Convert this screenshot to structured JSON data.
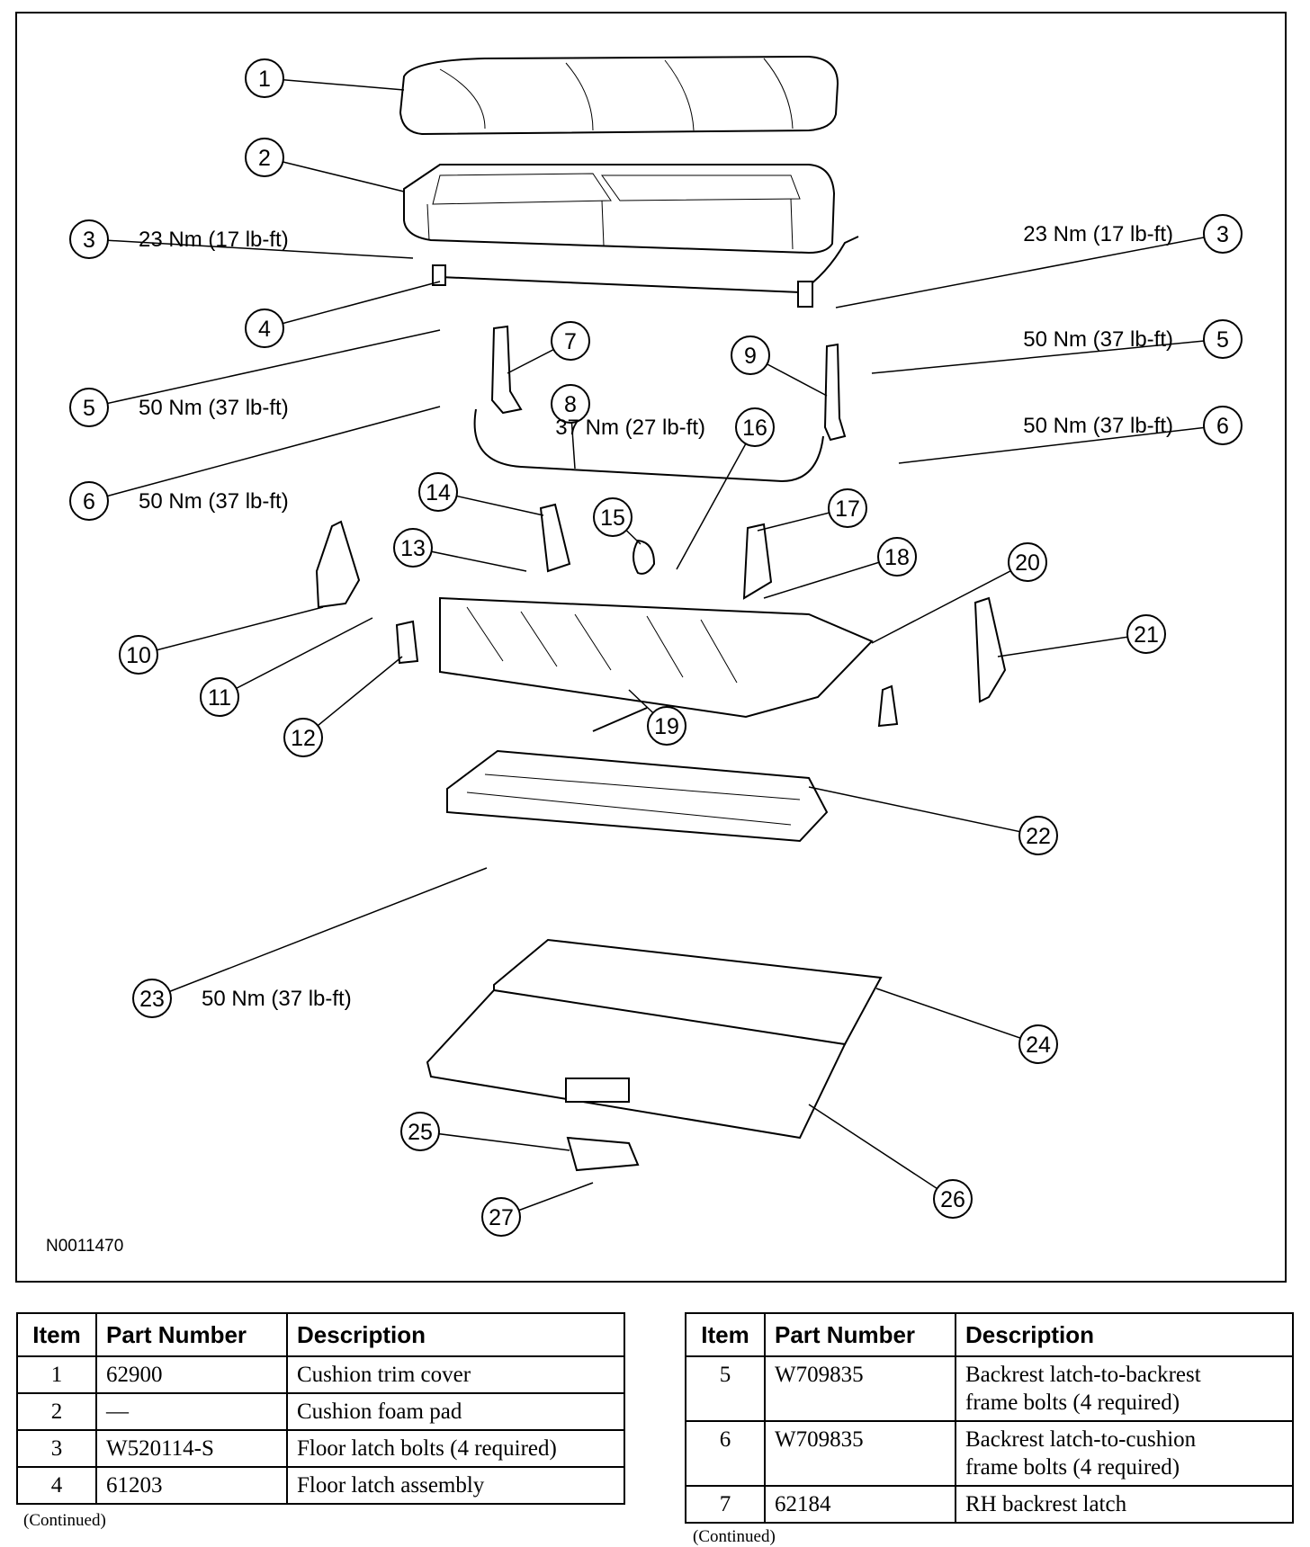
{
  "figure": {
    "id": "N0011470",
    "callouts": [
      {
        "num": "1",
        "torque": ""
      },
      {
        "num": "2",
        "torque": ""
      },
      {
        "num": "3",
        "torque": "23 Nm (17 lb-ft)"
      },
      {
        "num": "3",
        "torque": "23 Nm (17 lb-ft)"
      },
      {
        "num": "4",
        "torque": ""
      },
      {
        "num": "5",
        "torque": "50 Nm (37 lb-ft)"
      },
      {
        "num": "5",
        "torque": "50 Nm (37 lb-ft)"
      },
      {
        "num": "6",
        "torque": "50 Nm (37 lb-ft)"
      },
      {
        "num": "6",
        "torque": "50 Nm (37 lb-ft)"
      },
      {
        "num": "7",
        "torque": ""
      },
      {
        "num": "8",
        "torque": ""
      },
      {
        "num": "9",
        "torque": ""
      },
      {
        "num": "10",
        "torque": ""
      },
      {
        "num": "11",
        "torque": ""
      },
      {
        "num": "12",
        "torque": ""
      },
      {
        "num": "13",
        "torque": ""
      },
      {
        "num": "14",
        "torque": ""
      },
      {
        "num": "15",
        "torque": ""
      },
      {
        "num": "16",
        "torque": "37 Nm (27 lb-ft)"
      },
      {
        "num": "17",
        "torque": ""
      },
      {
        "num": "18",
        "torque": ""
      },
      {
        "num": "19",
        "torque": ""
      },
      {
        "num": "20",
        "torque": ""
      },
      {
        "num": "21",
        "torque": ""
      },
      {
        "num": "22",
        "torque": ""
      },
      {
        "num": "23",
        "torque": "50 Nm (37 lb-ft)"
      },
      {
        "num": "24",
        "torque": ""
      },
      {
        "num": "25",
        "torque": ""
      },
      {
        "num": "26",
        "torque": ""
      },
      {
        "num": "27",
        "torque": ""
      }
    ]
  },
  "tables": {
    "left": {
      "headers": [
        "Item",
        "Part Number",
        "Description"
      ],
      "rows": [
        {
          "item": "1",
          "part": "62900",
          "desc": "Cushion trim cover"
        },
        {
          "item": "2",
          "part": "—",
          "desc": "Cushion foam pad"
        },
        {
          "item": "3",
          "part": "W520114-S",
          "desc": "Floor latch bolts (4 required)"
        },
        {
          "item": "4",
          "part": "61203",
          "desc": "Floor latch assembly"
        }
      ],
      "continued": "(Continued)"
    },
    "right": {
      "headers": [
        "Item",
        "Part Number",
        "Description"
      ],
      "rows": [
        {
          "item": "5",
          "part": "W709835",
          "desc_line1": "Backrest latch-to-backrest",
          "desc_line2": "frame bolts (4 required)"
        },
        {
          "item": "6",
          "part": "W709835",
          "desc_line1": "Backrest latch-to-cushion",
          "desc_line2": "frame bolts (4 required)"
        },
        {
          "item": "7",
          "part": "62184",
          "desc_line1": "RH backrest latch",
          "desc_line2": ""
        }
      ],
      "continued": "(Continued)"
    }
  }
}
